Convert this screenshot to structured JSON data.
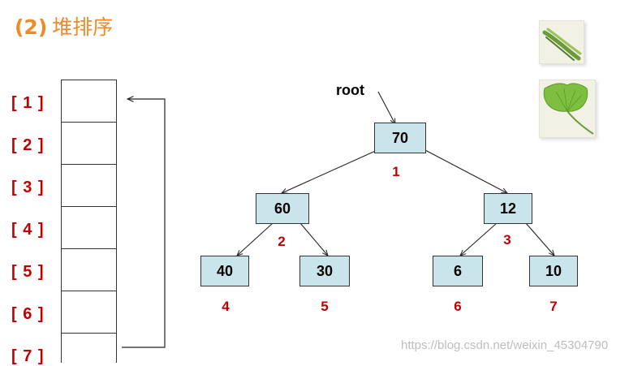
{
  "title": {
    "number": "(2)",
    "text": "堆排序"
  },
  "array_indices": [
    "[ 1 ]",
    "[ 2 ]",
    "[ 3 ]",
    "[ 4 ]",
    "[ 5 ]",
    "[ 6 ]",
    "[ 7 ]"
  ],
  "root_label": "root",
  "tree": {
    "nodes": [
      {
        "value": "70",
        "position": "1"
      },
      {
        "value": "60",
        "position": "2"
      },
      {
        "value": "12",
        "position": "3"
      },
      {
        "value": "40",
        "position": "4"
      },
      {
        "value": "30",
        "position": "5"
      },
      {
        "value": "6",
        "position": "6"
      },
      {
        "value": "10",
        "position": "7"
      }
    ]
  },
  "colors": {
    "title": "#f08a24",
    "index_label": "#c00000",
    "node_fill": "#c9e4ea",
    "position_label": "#c00000"
  },
  "watermark": "https://blog.csdn.net/weixin_45304790"
}
